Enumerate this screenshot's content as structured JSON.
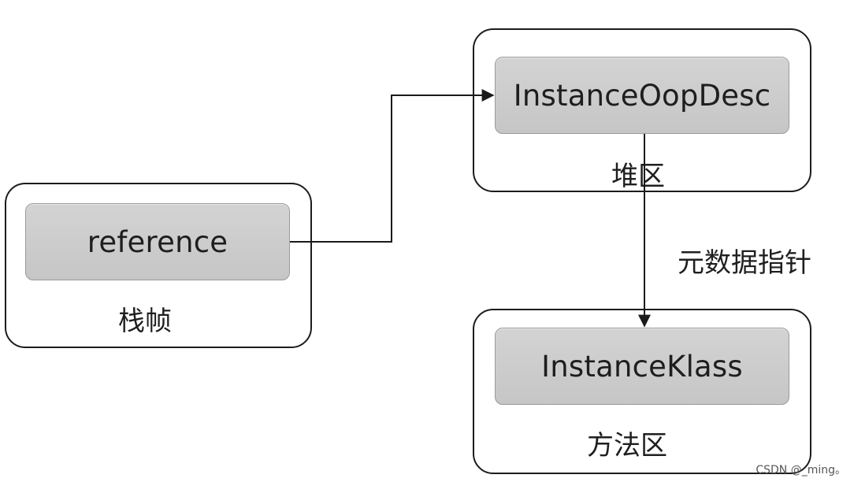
{
  "nodes": {
    "stack_frame": {
      "inner_label": "reference",
      "region_label": "栈帧"
    },
    "heap": {
      "inner_label": "InstanceOopDesc",
      "region_label": "堆区"
    },
    "method_area": {
      "inner_label": "InstanceKlass",
      "region_label": "方法区"
    }
  },
  "edges": {
    "reference_to_oop": {
      "from": "reference",
      "to": "InstanceOopDesc"
    },
    "metadata_pointer": {
      "from": "InstanceOopDesc",
      "to": "InstanceKlass",
      "label": "元数据指针"
    }
  },
  "watermark": "CSDN @_ming。",
  "colors": {
    "inner_fill": "#cbcbcb",
    "border": "#1c1c1c",
    "line": "#1a1a1a"
  }
}
